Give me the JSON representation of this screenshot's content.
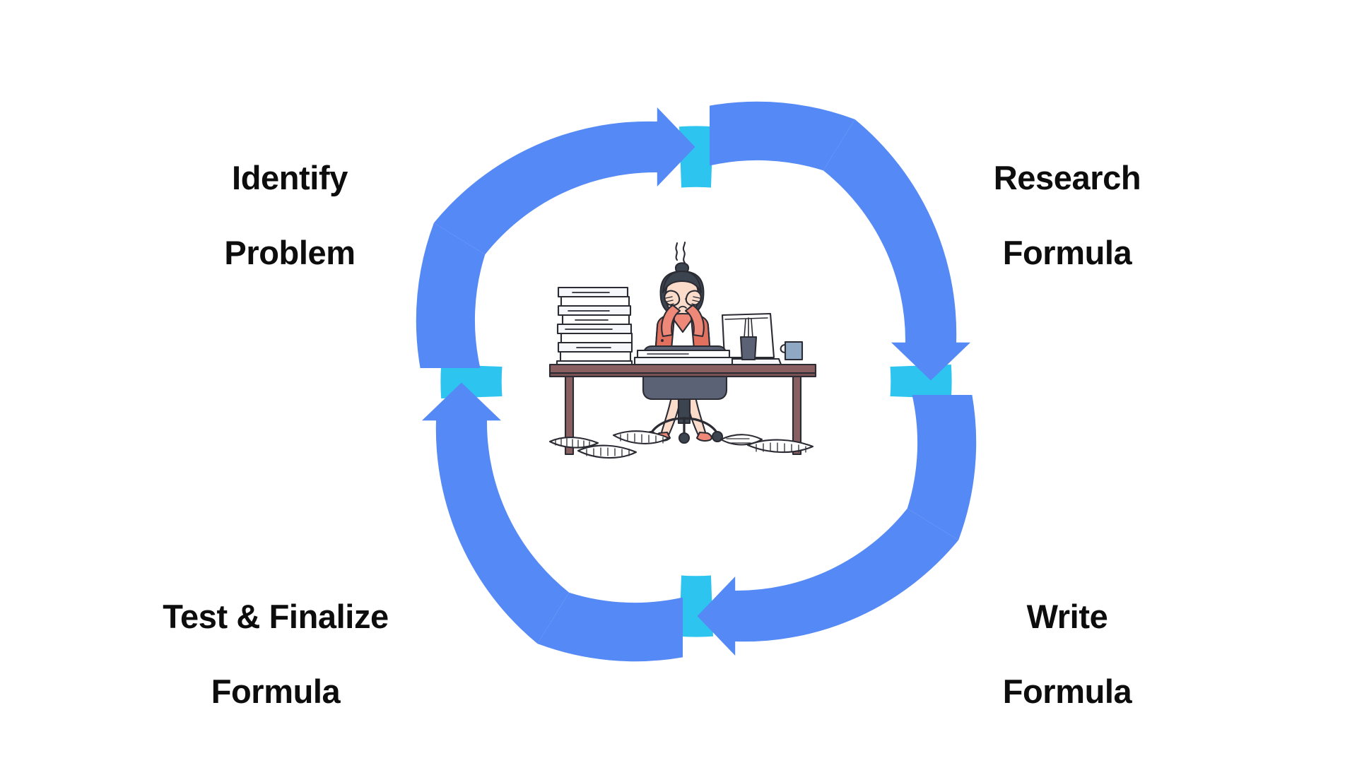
{
  "diagram": {
    "type": "cycle",
    "title": "",
    "background_color": "#ffffff",
    "step_count": 4,
    "flow_direction": "clockwise",
    "colors": {
      "arrow_blue": "#5589F5",
      "arrow_cyan": "#2DC4F0",
      "label_text": "#0d0d0d",
      "background": "#ffffff"
    },
    "steps": [
      {
        "id": "identify-problem",
        "position": "top-left",
        "line1": "Identify",
        "line2": "Problem",
        "full": "Identify Problem"
      },
      {
        "id": "research-formula",
        "position": "top-right",
        "line1": "Research",
        "line2": "Formula",
        "full": "Research Formula"
      },
      {
        "id": "write-formula",
        "position": "bottom-right",
        "line1": "Write",
        "line2": "Formula",
        "full": "Write Formula"
      },
      {
        "id": "test-finalize-formula",
        "position": "bottom-left",
        "line1": "Test & Finalize",
        "line2": "Formula",
        "full": "Test & Finalize Formula"
      }
    ],
    "arrows": [
      {
        "id": "arrow-top-left",
        "direction": "points-right",
        "color": "#5589F5"
      },
      {
        "id": "arrow-right",
        "direction": "points-down",
        "color": "#5589F5"
      },
      {
        "id": "arrow-bottom-right",
        "direction": "points-left",
        "color": "#5589F5"
      },
      {
        "id": "arrow-left",
        "direction": "points-up",
        "color": "#5589F5"
      }
    ],
    "connectors": [
      {
        "id": "connector-top",
        "color": "#2DC4F0"
      },
      {
        "id": "connector-right",
        "color": "#2DC4F0"
      },
      {
        "id": "connector-bottom",
        "color": "#2DC4F0"
      },
      {
        "id": "connector-left",
        "color": "#2DC4F0"
      }
    ],
    "illustration": {
      "id": "stressed-woman-at-desk",
      "description": "Stressed woman sitting at a desk holding her head, with a tall stack of papers, a laptop, a pencil cup, a mug, and papers scattered on the floor",
      "elements": [
        "stress-steam-lines",
        "paper-stack",
        "laptop",
        "pencil-cup",
        "coffee-mug",
        "desk",
        "office-chair",
        "scattered-papers"
      ],
      "palette": {
        "skin": "#FBDCCB",
        "hair": "#3C4450",
        "cardigan": "#EE8878",
        "cardigan_shadow": "#E2705F",
        "blouse": "#FFFFFF",
        "desk": "#8A5F61",
        "desk_dark": "#7A5254",
        "chair": "#5B6275",
        "paper": "#F6F7FA",
        "outline": "#2B2B33",
        "mug": "#8FA9C4",
        "shoes": "#F08878"
      }
    }
  }
}
